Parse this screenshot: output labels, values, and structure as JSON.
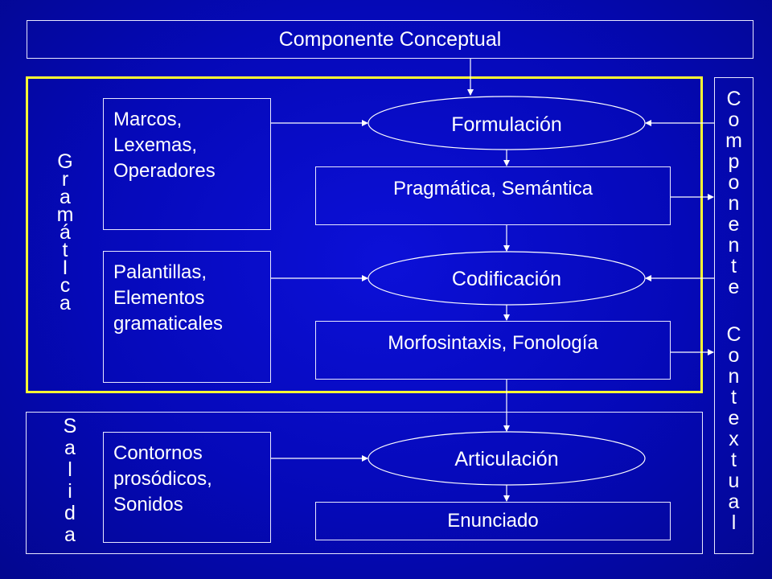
{
  "top": {
    "label": "Componente Conceptual"
  },
  "grammar_block": {
    "side_label": [
      "G",
      "r",
      "a",
      "m",
      "á",
      "t",
      "I",
      "c",
      "a"
    ],
    "box1_lines": [
      "Marcos,",
      "Lexemas,",
      "Operadores"
    ],
    "box2_lines": [
      "Palantillas,",
      "Elementos",
      "gramaticales"
    ],
    "formulation": "Formulación",
    "pragmatics": "Pragmática, Semántica",
    "codification": "Codificación",
    "morpho": "Morfosintaxis, Fonología"
  },
  "output_block": {
    "side_label": [
      "S",
      "a",
      "l",
      "i",
      "d",
      "a"
    ],
    "box_lines": [
      "Contornos",
      "prosódicos,",
      "Sonidos"
    ],
    "articulation": "Articulación",
    "utterance": "Enunciado"
  },
  "right_column": {
    "word1": [
      "C",
      "o",
      "m",
      "p",
      "o",
      "n",
      "e",
      "n",
      "t",
      "e"
    ],
    "word2": [
      "C",
      "o",
      "n",
      "t",
      "e",
      "x",
      "t",
      "u",
      "a",
      "l"
    ]
  },
  "colors": {
    "background": "#0509b8",
    "highlight_border": "#ffff33",
    "line": "#ffffff"
  }
}
